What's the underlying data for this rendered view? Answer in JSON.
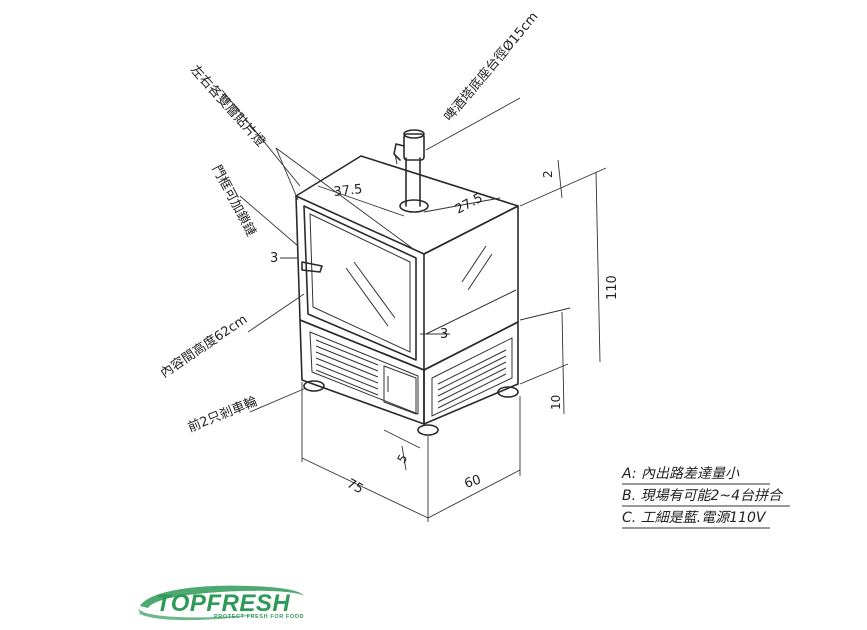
{
  "annotations": {
    "top_left": "左右各雙層貼片燈",
    "door_frame": "門框可加鎖鏈",
    "interior_height": "內容間高度62cm",
    "casters": "前2只剎車輪",
    "top_right": "啤酒塔底座台徑Ø15cm"
  },
  "dimensions": {
    "depth_top": "37.5",
    "width_top": "27.5",
    "height_total": "110",
    "height_top_small": "2",
    "height_base": "10",
    "side_3_left": "3",
    "side_3_right": "3",
    "foot": "5",
    "width_bottom": "75",
    "depth_bottom": "60"
  },
  "notes": [
    "A: 內出路差達量小",
    "B. 現場有可能2~4台拼合",
    "C. 工細是藍.電源110V"
  ],
  "logo": {
    "name": "TOPFRESH",
    "tagline": "PROTECT FRESH FOR FOOD",
    "color": "#2e9a58"
  }
}
